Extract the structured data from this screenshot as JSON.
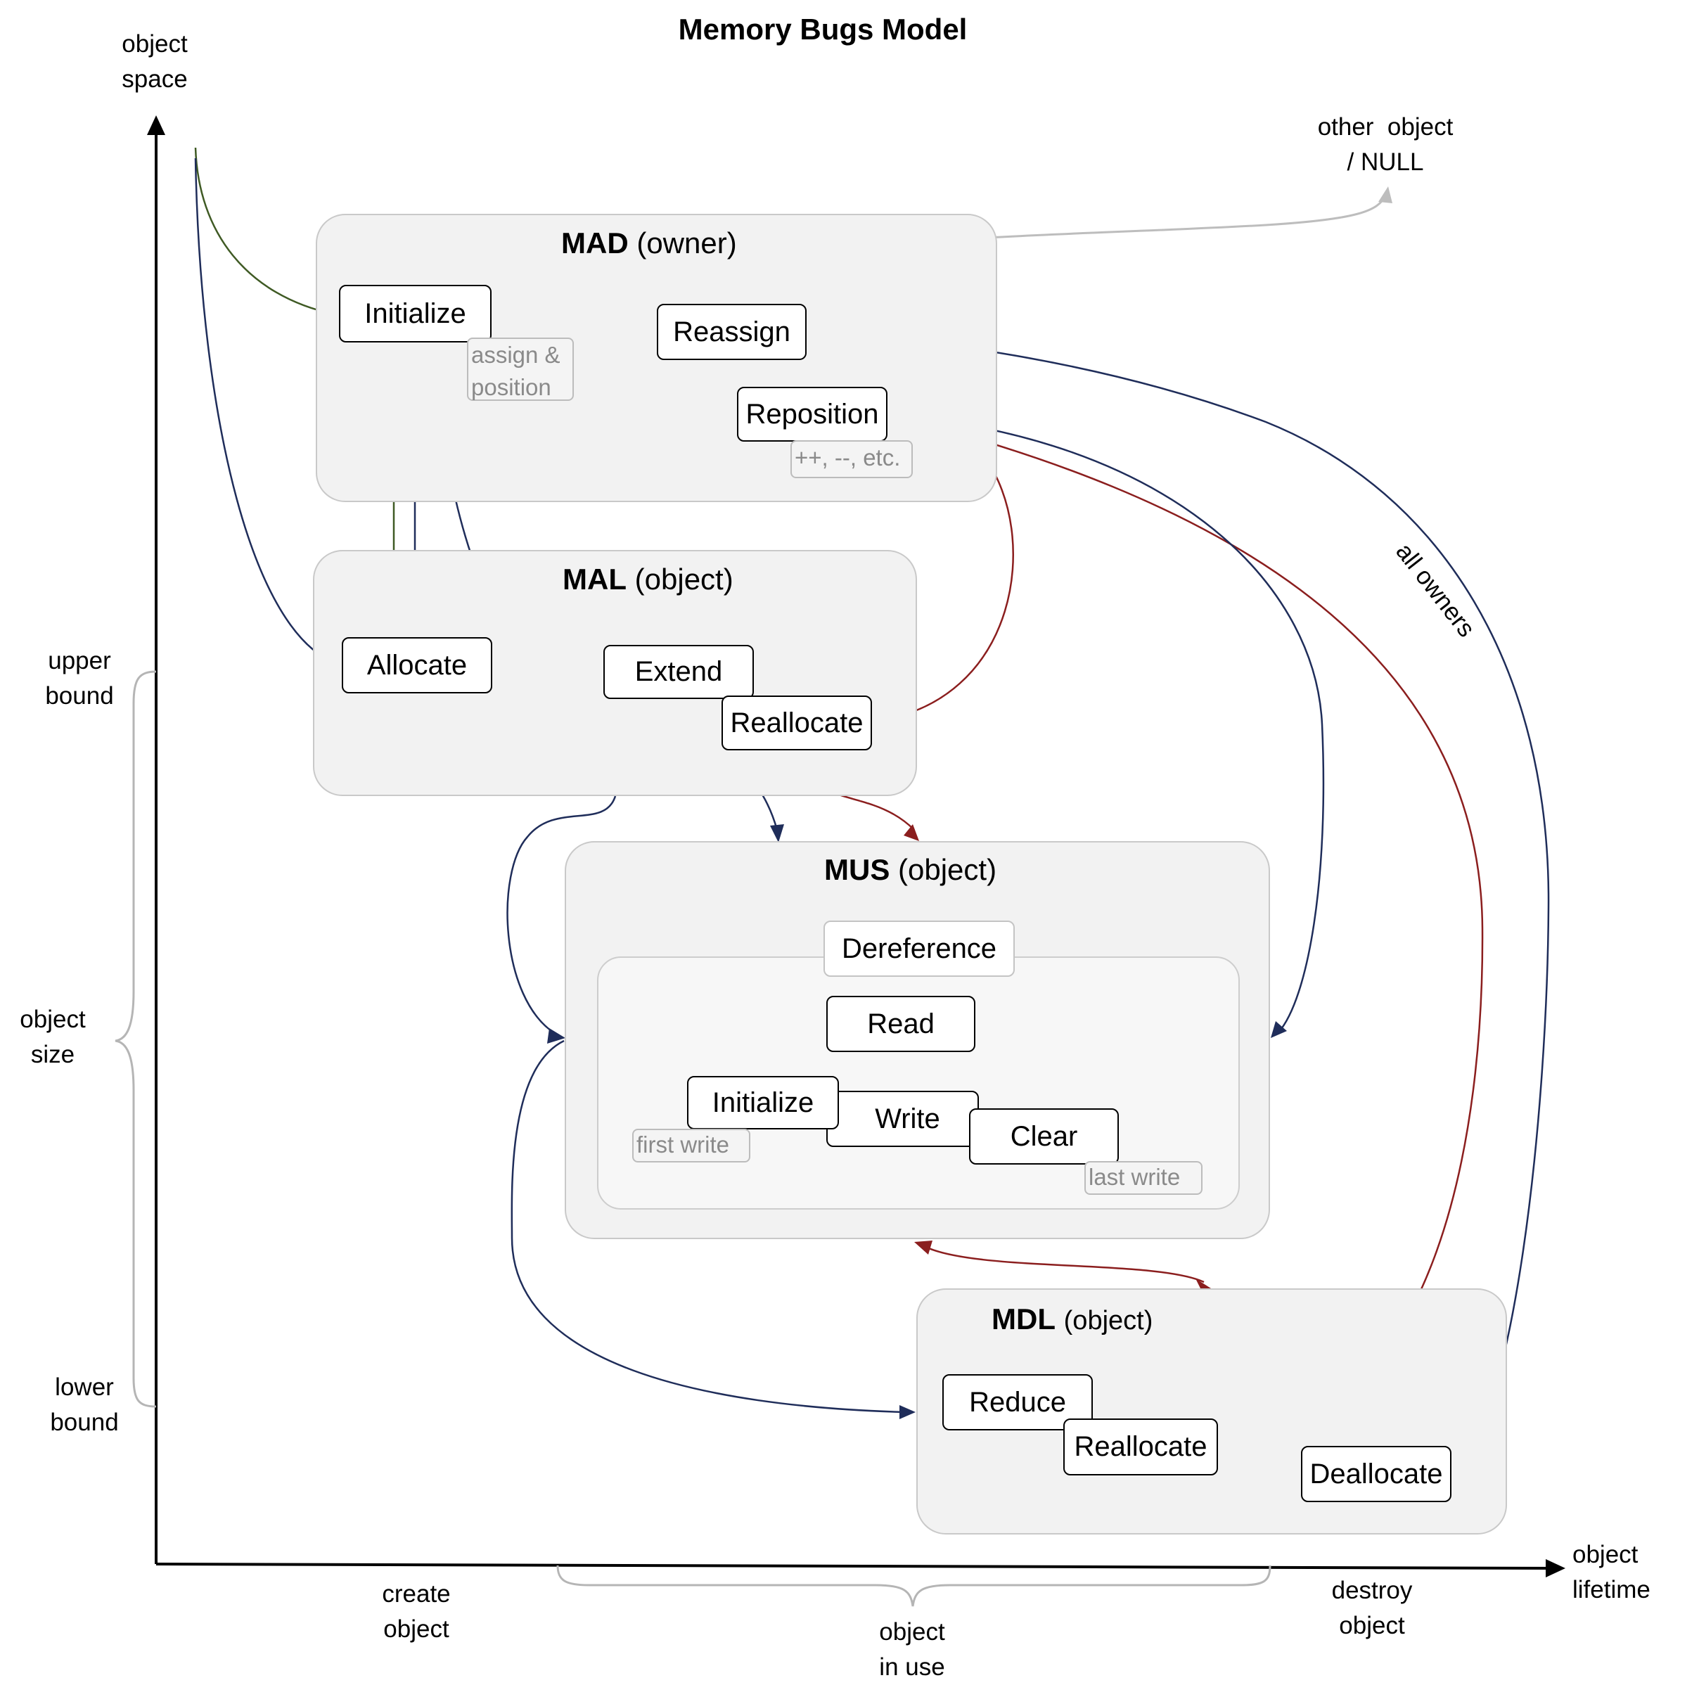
{
  "title": "Memory Bugs Model",
  "axes": {
    "y_label": "object\nspace",
    "x_label": "object\nlifetime",
    "upper_bound": "upper\nbound",
    "object_size": "object\nsize",
    "lower_bound": "lower\nbound",
    "create_object": "create\nobject",
    "object_in_use": "object\nin use",
    "destroy_object": "destroy\nobject"
  },
  "other_object": "other  object\n/ NULL",
  "all_owners": "all owners",
  "groups": {
    "mad": {
      "name": "MAD",
      "qualifier": "(owner)"
    },
    "mal": {
      "name": "MAL",
      "qualifier": "(object)"
    },
    "mus": {
      "name": "MUS",
      "qualifier": "(object)"
    },
    "mdl": {
      "name": "MDL",
      "qualifier": "(object)"
    }
  },
  "nodes": {
    "mad_initialize": "Initialize",
    "mad_reassign": "Reassign",
    "mad_reposition": "Reposition",
    "mal_allocate": "Allocate",
    "mal_extend": "Extend",
    "mal_reallocate": "Reallocate",
    "mus_dereference": "Dereference",
    "mus_read": "Read",
    "mus_initialize": "Initialize",
    "mus_write": "Write",
    "mus_clear": "Clear",
    "mdl_reduce": "Reduce",
    "mdl_reallocate": "Reallocate",
    "mdl_deallocate": "Deallocate"
  },
  "notes": {
    "assign_position": "assign &\nposition",
    "inc_dec": "++, --, etc.",
    "first_write": "first write",
    "last_write": "last write"
  },
  "colors": {
    "navy": "#1f2d5a",
    "green": "#3f5a24",
    "red": "#8b1e1e",
    "gray": "#bdbdbd"
  }
}
